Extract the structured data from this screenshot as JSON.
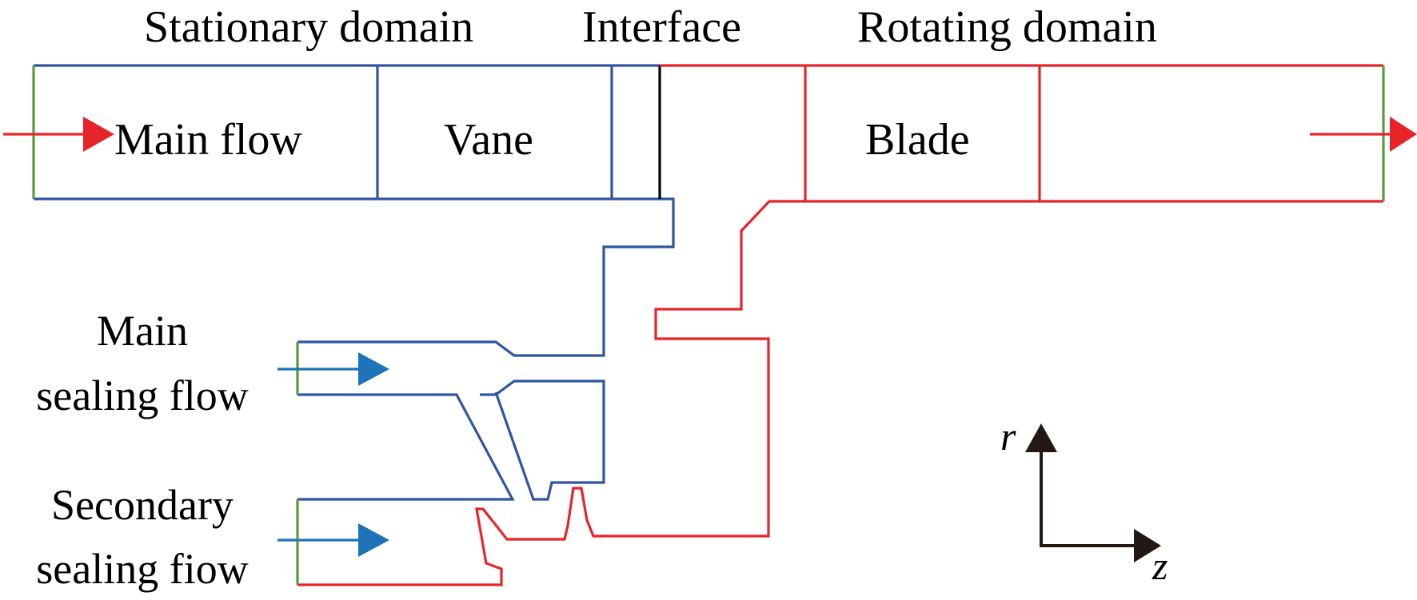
{
  "colors": {
    "stationary": "#2F55A4",
    "rotating": "#E8242B",
    "interface": "#000000",
    "inlet_outlet": "#5A9A3A",
    "main_arrow": "#E8242B",
    "sealing_arrow": "#1F74B9",
    "axis": "#231815"
  },
  "headers": {
    "stationary": "Stationary domain",
    "interface": "Interface",
    "rotating": "Rotating domain"
  },
  "regions": {
    "main_flow": "Main flow",
    "vane": "Vane",
    "blade": "Blade"
  },
  "inlets": {
    "main_sealing_line1": "Main",
    "main_sealing_line2": "sealing flow",
    "secondary_sealing_line1": "Secondary",
    "secondary_sealing_line2": "sealing fiow"
  },
  "axes": {
    "r": "r",
    "z": "z"
  },
  "icons": {
    "main_inlet_arrow": "arrow-right-icon",
    "main_outlet_arrow": "arrow-right-icon",
    "sealing_arrows": "arrow-right-icon",
    "axis_arrows": "arrow-icon"
  }
}
